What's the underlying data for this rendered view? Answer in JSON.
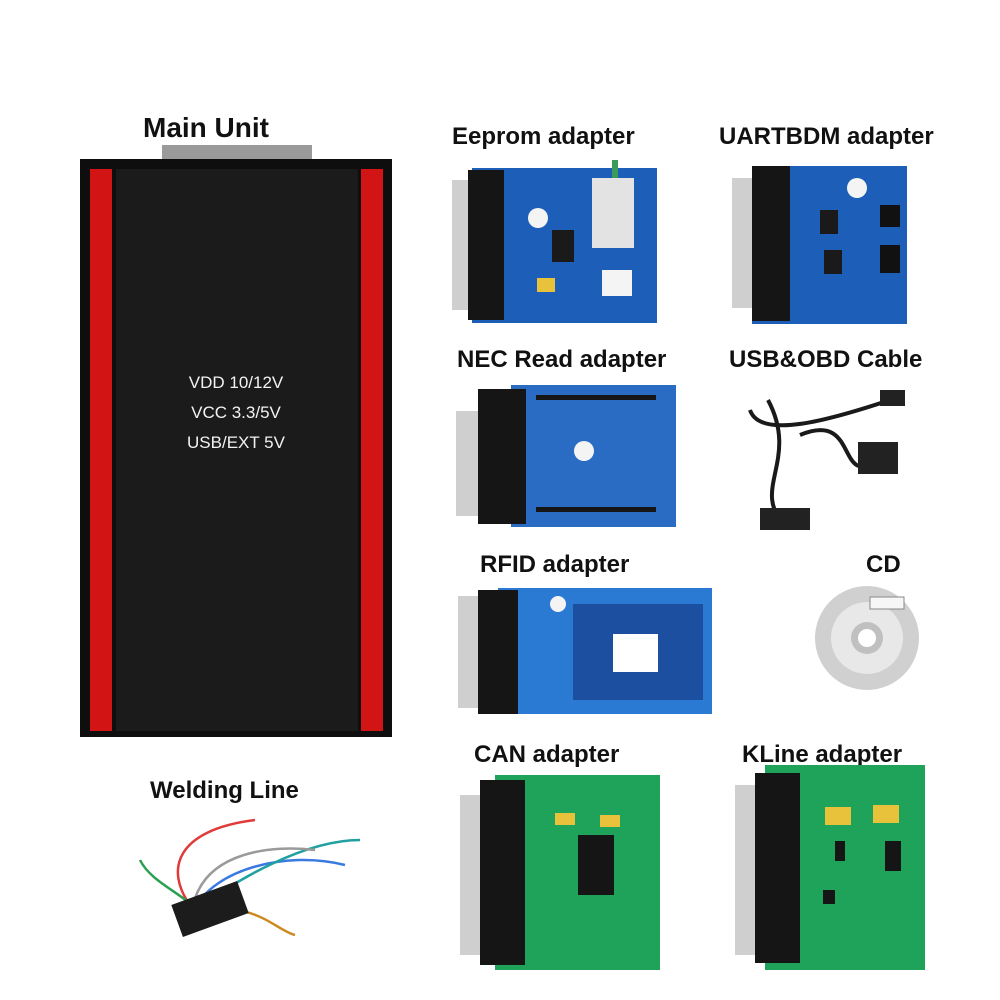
{
  "captions": {
    "main_unit": "Main Unit",
    "eeprom": "Eeprom adapter",
    "uartbdm": "UARTBDM adapter",
    "nec": "NEC Read adapter",
    "usb_obd": "USB&OBD Cable",
    "rfid": "RFID adapter",
    "cd": "CD",
    "welding": "Welding Line",
    "can": "CAN adapter",
    "kline": "KLine adapter"
  },
  "main_unit_labels": {
    "line1": "VDD 10/12V",
    "line2": "VCC 3.3/5V",
    "line3": "USB/EXT 5V"
  },
  "colors": {
    "unit_body": "#111111",
    "unit_stripe": "#d21414",
    "blue_pcb": "#1d5fb8",
    "green_pcb": "#1fa35a",
    "cable": "#1a1a1a"
  }
}
